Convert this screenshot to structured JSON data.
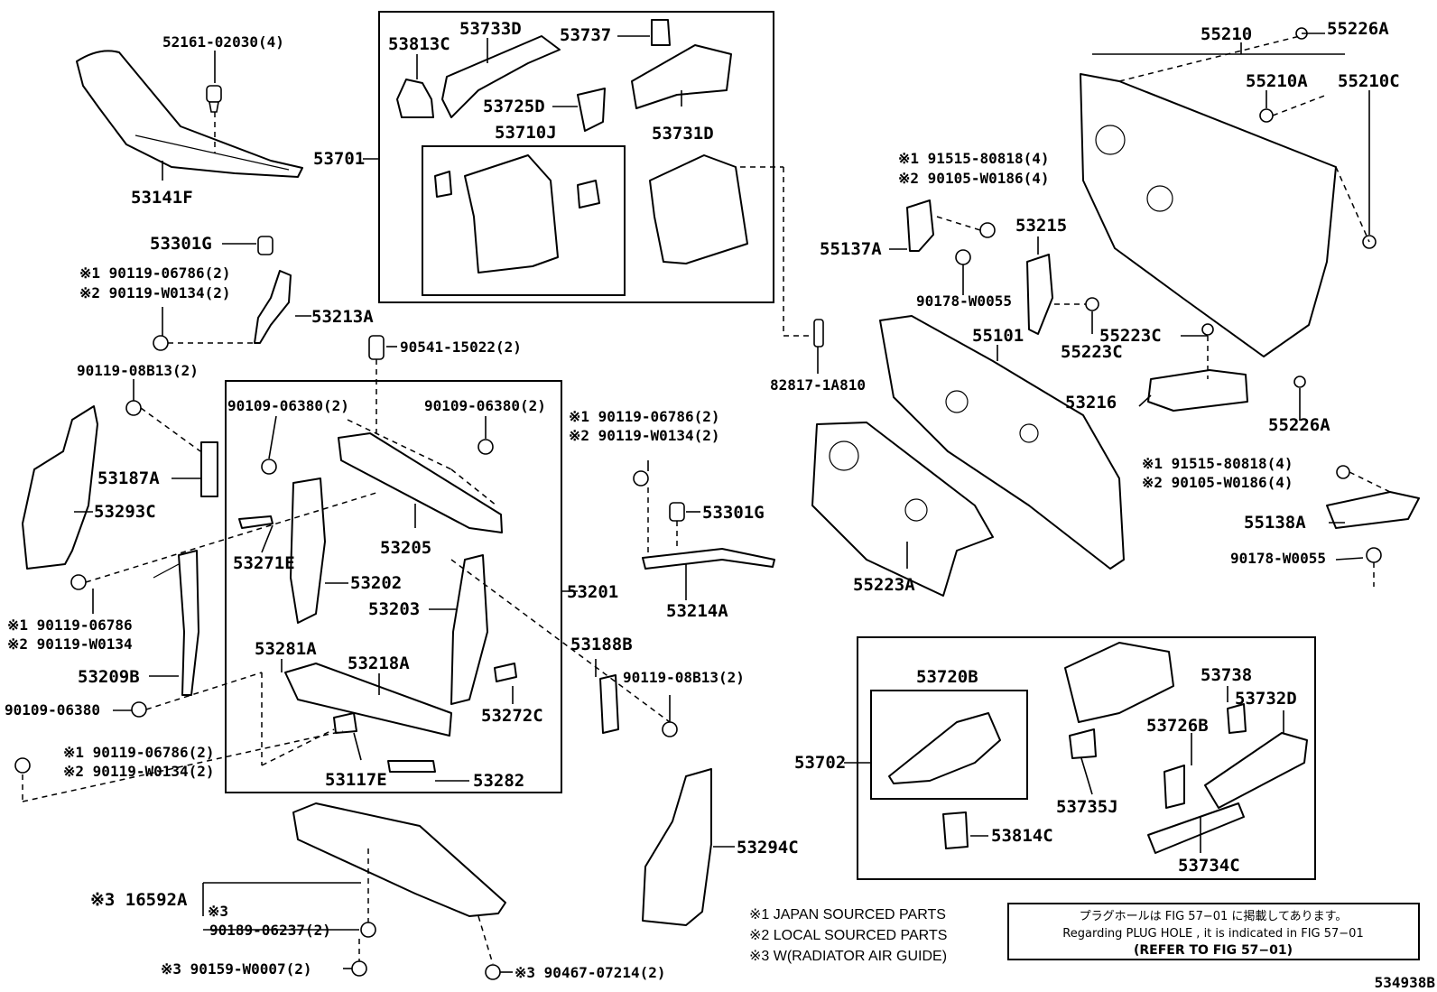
{
  "labels": {
    "p53141F": "53141F",
    "p52161": "52161-02030(4)",
    "p53301G_a": "53301G",
    "p90119_06786_2a": "※1 90119-06786(2)",
    "p90119_W0134_2a": "※2 90119-W0134(2)",
    "p53213A": "53213A",
    "p90119_08B13_a": "90119-08B13(2)",
    "p53187A": "53187A",
    "p53293C": "53293C",
    "p90119_06786": "※1 90119-06786",
    "p90119_W0134": "※2 90119-W0134",
    "p53209B": "53209B",
    "p90109_06380": "90109-06380",
    "p90119_06786_2b": "※1 90119-06786(2)",
    "p90119_W0134_2b": "※2 90119-W0134(2)",
    "p53701": "53701",
    "p53813C": "53813C",
    "p53733D": "53733D",
    "p53737": "53737",
    "p53725D": "53725D",
    "p53710J": "53710J",
    "p53731D": "53731D",
    "p90541": "90541-15022(2)",
    "p90109_06380_2a": "90109-06380(2)",
    "p90109_06380_2b": "90109-06380(2)",
    "p53271E": "53271E",
    "p53205": "53205",
    "p53202": "53202",
    "p53203": "53203",
    "p53201": "53201",
    "p53281A": "53281A",
    "p53218A": "53218A",
    "p53272C": "53272C",
    "p53117E": "53117E",
    "p53282": "53282",
    "p90119_06786_2c": "※1 90119-06786(2)",
    "p90119_W0134_2c": "※2 90119-W0134(2)",
    "p53301G_b": "53301G",
    "p53214A": "53214A",
    "p53188B": "53188B",
    "p90119_08B13_b": "90119-08B13(2)",
    "p53294C": "53294C",
    "p16592A": "※3 16592A",
    "p90189_mark": "※3",
    "p90189": "90189-06237(2)",
    "p90159": "※3 90159-W0007(2)",
    "p90467": "※3 90467-07214(2)",
    "p82817": "82817-1A810",
    "p91515_a": "※1 91515-80818(4)",
    "p90105_a": "※2 90105-W0186(4)",
    "p55137A": "55137A",
    "p90178_a": "90178-W0055",
    "p53215": "53215",
    "p55223C_a": "55223C",
    "p55223C_b": "55223C",
    "p55101": "55101",
    "p55223A": "55223A",
    "p55210": "55210",
    "p55226A_a": "55226A",
    "p55210A": "55210A",
    "p55210C": "55210C",
    "p53216": "53216",
    "p55226A_b": "55226A",
    "p91515_b": "※1 91515-80818(4)",
    "p90105_b": "※2 90105-W0186(4)",
    "p55138A": "55138A",
    "p90178_b": "90178-W0055",
    "p53702": "53702",
    "p53720B": "53720B",
    "p53738": "53738",
    "p53732D": "53732D",
    "p53726B": "53726B",
    "p53735J": "53735J",
    "p53814C": "53814C",
    "p53734C": "53734C"
  },
  "legend": {
    "l1": "※1  JAPAN SOURCED PARTS",
    "l2": "※2  LOCAL SOURCED PARTS",
    "l3": "※3  W(RADIATOR AIR GUIDE)"
  },
  "note": {
    "jp": "プラグホールは FIG  57−01 に掲載してあります。",
    "en": "Regarding  PLUG  HOLE , it is indicated in FIG  57−01",
    "ref": "(REFER  TO  FIG  57−01)"
  },
  "figure_id": "534938B"
}
